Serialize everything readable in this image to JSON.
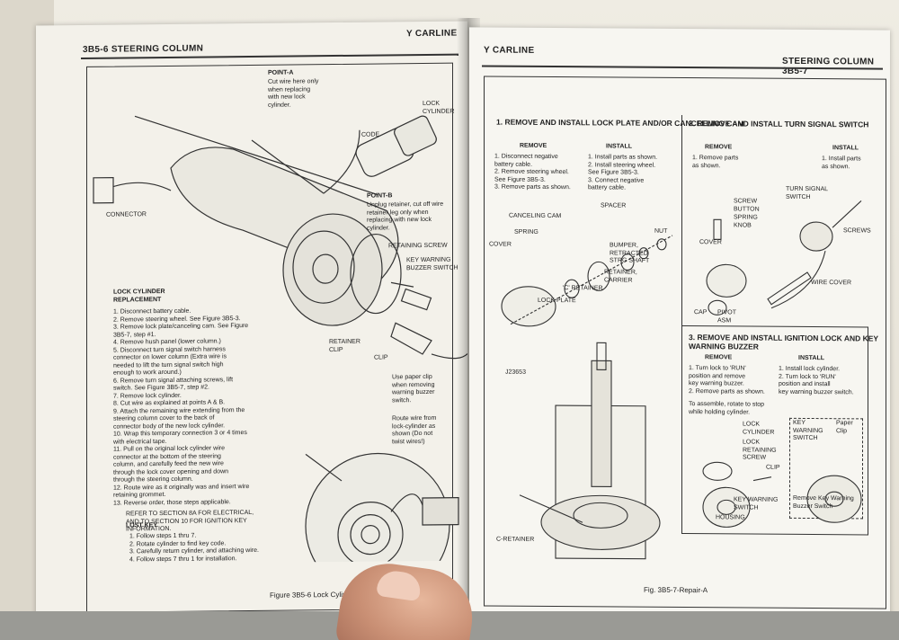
{
  "left_page": {
    "header_title": "3B5-6 STEERING COLUMN",
    "header_carline": "Y CARLINE",
    "point_a_title": "POINT-A",
    "point_a_text": "Cut wire here only\nwhen replacing\nwith new lock\ncylinder.",
    "lock_cylinder_label": "LOCK\nCYLINDER",
    "code_label": "CODE",
    "connector_label": "CONNECTOR",
    "point_b_title": "POINT-B",
    "point_b_text": "Unplug retainer, cut off wire\nretainer leg only when\nreplacing with new lock\ncylinder.",
    "retaining_screw_label": "RETAINING SCREW",
    "key_warning_label": "KEY WARNING\nBUZZER SWITCH",
    "retainer_clip_label": "RETAINER\nCLIP",
    "clip_label": "CLIP",
    "paper_clip_note": "Use paper clip\nwhen removing\nwarning buzzer\nswitch.",
    "route_wire_note": "Route wire from\nlock-cylinder as\nshown (Do not\ntwist wires!)",
    "lock_cylinder_replacement_title": "LOCK CYLINDER\nREPLACEMENT",
    "steps": [
      "1.  Disconnect battery cable.",
      "2.  Remove steering wheel. See Figure 3B5-3.",
      "3.  Remove lock plate/canceling cam. See Figure\n     3B5-7, step #1.",
      "4.  Remove hush panel (lower column.)",
      "5.  Disconnect turn signal switch harness\n     connector on lower column (Extra wire is\n     needed to lift the turn signal switch high\n     enough to work around.)",
      "6.  Remove turn signal attaching screws, lift\n     switch. See Figure 3B5-7, step #2.",
      "7.  Remove lock cylinder.",
      "8.  Cut wire as explained at points A & B.",
      "9.  Attach the remaining wire extending from the\n     steering column cover to the back of\n     connector body of the new lock cylinder.",
      "10. Wrap this temporary connection 3 or 4 times\n     with electrical tape.",
      "11. Pull on the original lock cylinder wire\n     connector at the bottom of the steering\n     column, and carefully feed the new wire\n     through the lock cover opening and down\n     through the steering column.",
      "12. Route wire as it originally was and insert wire\n     retaining grommet.",
      "13. Reverse order, those steps applicable."
    ],
    "refer_note": "REFER TO SECTION 8A FOR ELECTRICAL,\nAND TO SECTION 10 FOR IGNITION KEY\nINFORMATION.",
    "lost_key_title": "LOST KEY",
    "lost_key_steps": [
      "1.  Follow steps 1 thru 7.",
      "2.  Rotate cylinder to find key code.",
      "3.  Carefully return cylinder, and attaching wire.",
      "4.  Follow steps 7 thru 1 for installation."
    ],
    "figure_caption": "Figure 3B5-6 Lock Cylinder"
  },
  "right_page": {
    "header_carline": "Y CARLINE",
    "header_title": "STEERING COLUMN  3B5-7",
    "section1_title": "1.  REMOVE AND INSTALL LOCK PLATE\n     AND/OR CANCELLING CAM",
    "section1_remove_head": "REMOVE",
    "section1_install_head": "INSTALL",
    "section1_remove": "1. Disconnect negative\n    battery cable.\n2. Remove steering wheel.\n    See Figure 3B5-3.\n3. Remove parts as shown.",
    "section1_install": "1. Install parts as shown.\n2. Install steering wheel.\n    See Figure 3B5-3.\n3. Connect negative\n    battery cable.",
    "s1_labels": {
      "spacer": "SPACER",
      "cancelling_cam": "CANCELING CAM",
      "nut": "NUT",
      "spring": "SPRING",
      "cover": "COVER",
      "bumper": "BUMPER,\nRETRACTED\nSTRG SHAFT",
      "retainer_carrier": "RETAINER,\nCARRIER",
      "c_retainer": "'C' RETAINER",
      "lock_plate": "LOCK PLATE",
      "tool": "J23653",
      "c_retainer2": "C-RETAINER"
    },
    "section2_title": "2.  REMOVE AND INSTALL TURN SIGNAL\n     SWITCH",
    "section2_remove_head": "REMOVE",
    "section2_install_head": "INSTALL",
    "section2_remove": "1. Remove parts\n    as shown.",
    "section2_install": "1. Install parts\n    as shown.",
    "s2_labels": {
      "screw": "SCREW",
      "button": "BUTTON",
      "spring": "SPRING",
      "knob": "KNOB",
      "turn_signal_switch": "TURN SIGNAL\nSWITCH",
      "screws": "SCREWS",
      "cover": "COVER",
      "wire_cover": "WIRE COVER",
      "cap": "CAP",
      "pivot": "PIVOT\nASM"
    },
    "section3_title": "3.  REMOVE AND INSTALL IGNITION LOCK\n     AND KEY WARNING BUZZER",
    "section3_remove_head": "REMOVE",
    "section3_install_head": "INSTALL",
    "section3_remove": "1. Turn lock to 'RUN'\n    position and remove\n    key warning buzzer.\n2. Remove parts as shown.",
    "section3_install": "1. Install lock cylinder.\n2. Turn lock to 'RUN'\n    position and install\n    key warning buzzer switch.",
    "s3_note": "To assemble, rotate to stop\nwhile holding cylinder.",
    "s3_labels": {
      "lock_cylinder": "LOCK\nCYLINDER",
      "lock_retaining_screw": "LOCK\nRETAINING\nSCREW",
      "clip": "CLIP",
      "key_warning_switch": "KEY WARNING\nSWITCH",
      "housing": "HOUSING",
      "key_warning_switch_inset": "KEY\nWARNING\nSWITCH",
      "paper_clip": "Paper\nClip",
      "remove_note": "Remove Key Warning\nBuzzer Switch"
    },
    "figure_caption": "Fig. 3B5-7-Repair-A"
  }
}
